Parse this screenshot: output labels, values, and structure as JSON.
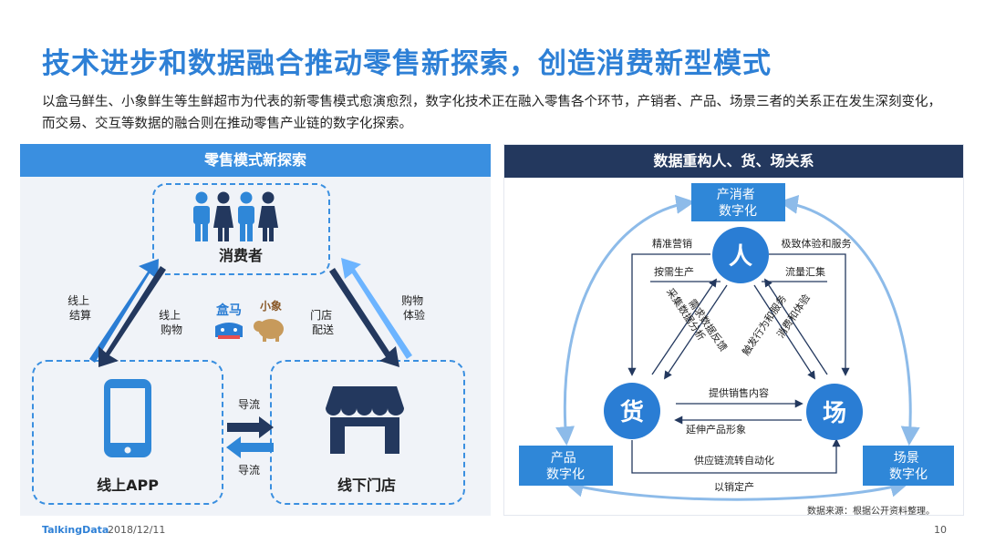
{
  "title": "技术进步和数据融合推动零售新探索，创造消费新型模式",
  "intro": "以盒马鲜生、小象鲜生等生鲜超市为代表的新零售模式愈演愈烈，数字化技术正在融入零售各个环节，产销者、产品、场景三者的关系正在发生深刻变化，而交易、交互等数据的融合则在推动零售产业链的数字化探索。",
  "left_panel": {
    "header": "零售模式新探索",
    "consumer": "消费者",
    "app": "线上APP",
    "store": "线下门店",
    "arrow_left_outer": [
      "线上",
      "结算"
    ],
    "arrow_left_inner": [
      "线上",
      "购物"
    ],
    "arrow_right_inner": [
      "门店",
      "配送"
    ],
    "arrow_right_outer": [
      "购物",
      "体验"
    ],
    "flow_top": "导流",
    "flow_bottom": "导流",
    "brand_hema": "盒马",
    "brand_xiaoxiang": "小象"
  },
  "right_panel": {
    "header": "数据重构人、货、场关系",
    "node_people": "人",
    "node_goods": "货",
    "node_place": "场",
    "box_prosumer": [
      "产消者",
      "数字化"
    ],
    "box_product": [
      "产品",
      "数字化"
    ],
    "box_scene": [
      "场景",
      "数字化"
    ],
    "lbl_precise": "精准营销",
    "lbl_ondemand": "按需生产",
    "lbl_experience": "极致体验和服务",
    "lbl_traffic": "流量汇集",
    "lbl_diag1": "采集数据分析",
    "lbl_diag2": "需求数据反馈",
    "lbl_diag3": "触发行为和服务",
    "lbl_diag4": "消费和体验",
    "lbl_sales": "提供销售内容",
    "lbl_extend": "延伸产品形象",
    "lbl_supply": "供应链流转自动化",
    "lbl_sellfirst": "以销定产"
  },
  "source": "数据来源：根据公开资料整理。",
  "footer": {
    "logo": "TalkingData",
    "date": "2018/12/11",
    "page": "10"
  },
  "colors": {
    "accent": "#2e80d6",
    "dark": "#23385e",
    "circle": "#2a7dd4",
    "box": "#2f87d8"
  }
}
